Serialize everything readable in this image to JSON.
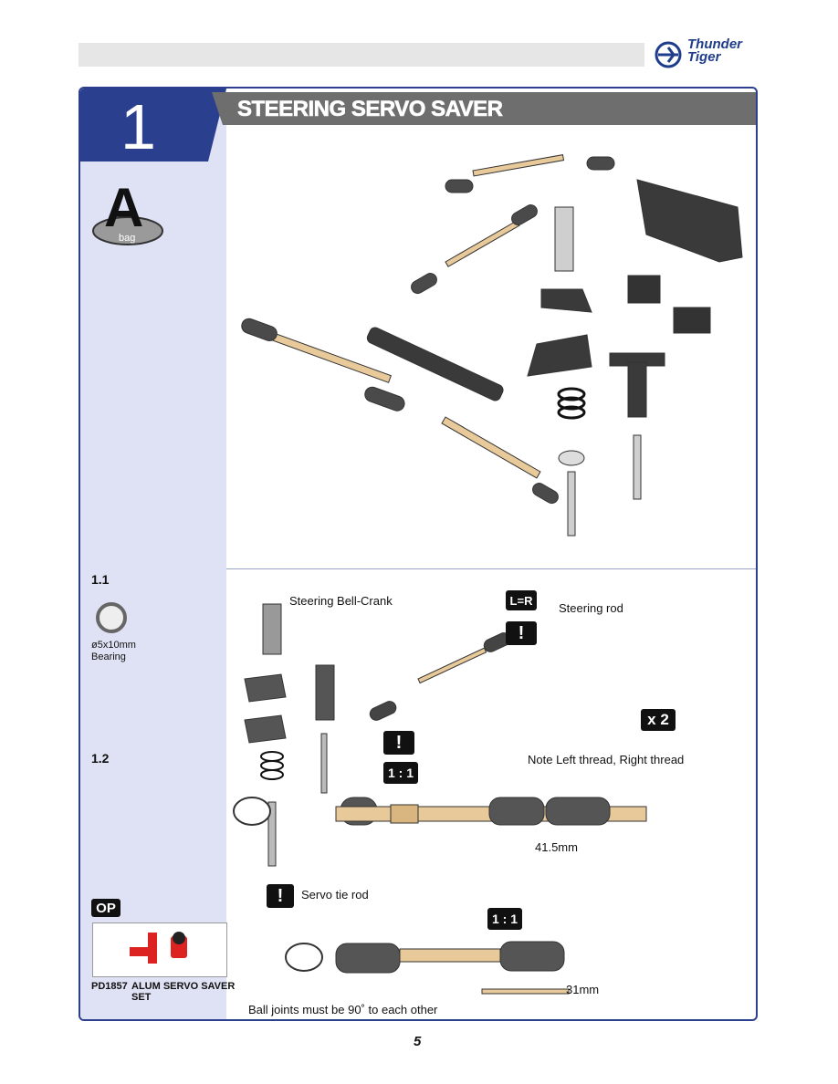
{
  "header": {
    "brand_line1": "Thunder",
    "brand_line2": "Tiger"
  },
  "step": {
    "number": "1",
    "title": "STEERING SERVO SAVER",
    "bag_letter": "A",
    "bag_label": "bag"
  },
  "sections": {
    "s1_1": {
      "label": "1.1",
      "part_size": "ø5x10mm",
      "part_name": "Bearing"
    },
    "s1_2": {
      "label": "1.2"
    }
  },
  "assembly": {
    "bell_crank_label": "Steering Bell-Crank",
    "lr_badge": "L=R",
    "warning_badge": "!",
    "steering_rod_label": "Steering rod",
    "times_badge": "x 2",
    "scale_badge": "1 : 1",
    "thread_note": "Note Left thread, Right thread",
    "rod_length_1": "41.5mm",
    "servo_tie_rod_label": "Servo tie rod",
    "rod_length_2": "31mm",
    "ball_joint_note": "Ball joints must be 90˚ to each other"
  },
  "optional": {
    "badge": "OP",
    "code": "PD1857",
    "name_line1": "ALUM SERVO SAVER",
    "name_line2": "SET"
  },
  "page_number": "5",
  "colors": {
    "brand_blue": "#2b3f8f",
    "sidebar": "#dfe2f4",
    "title_bar": "#6e6e6e"
  }
}
